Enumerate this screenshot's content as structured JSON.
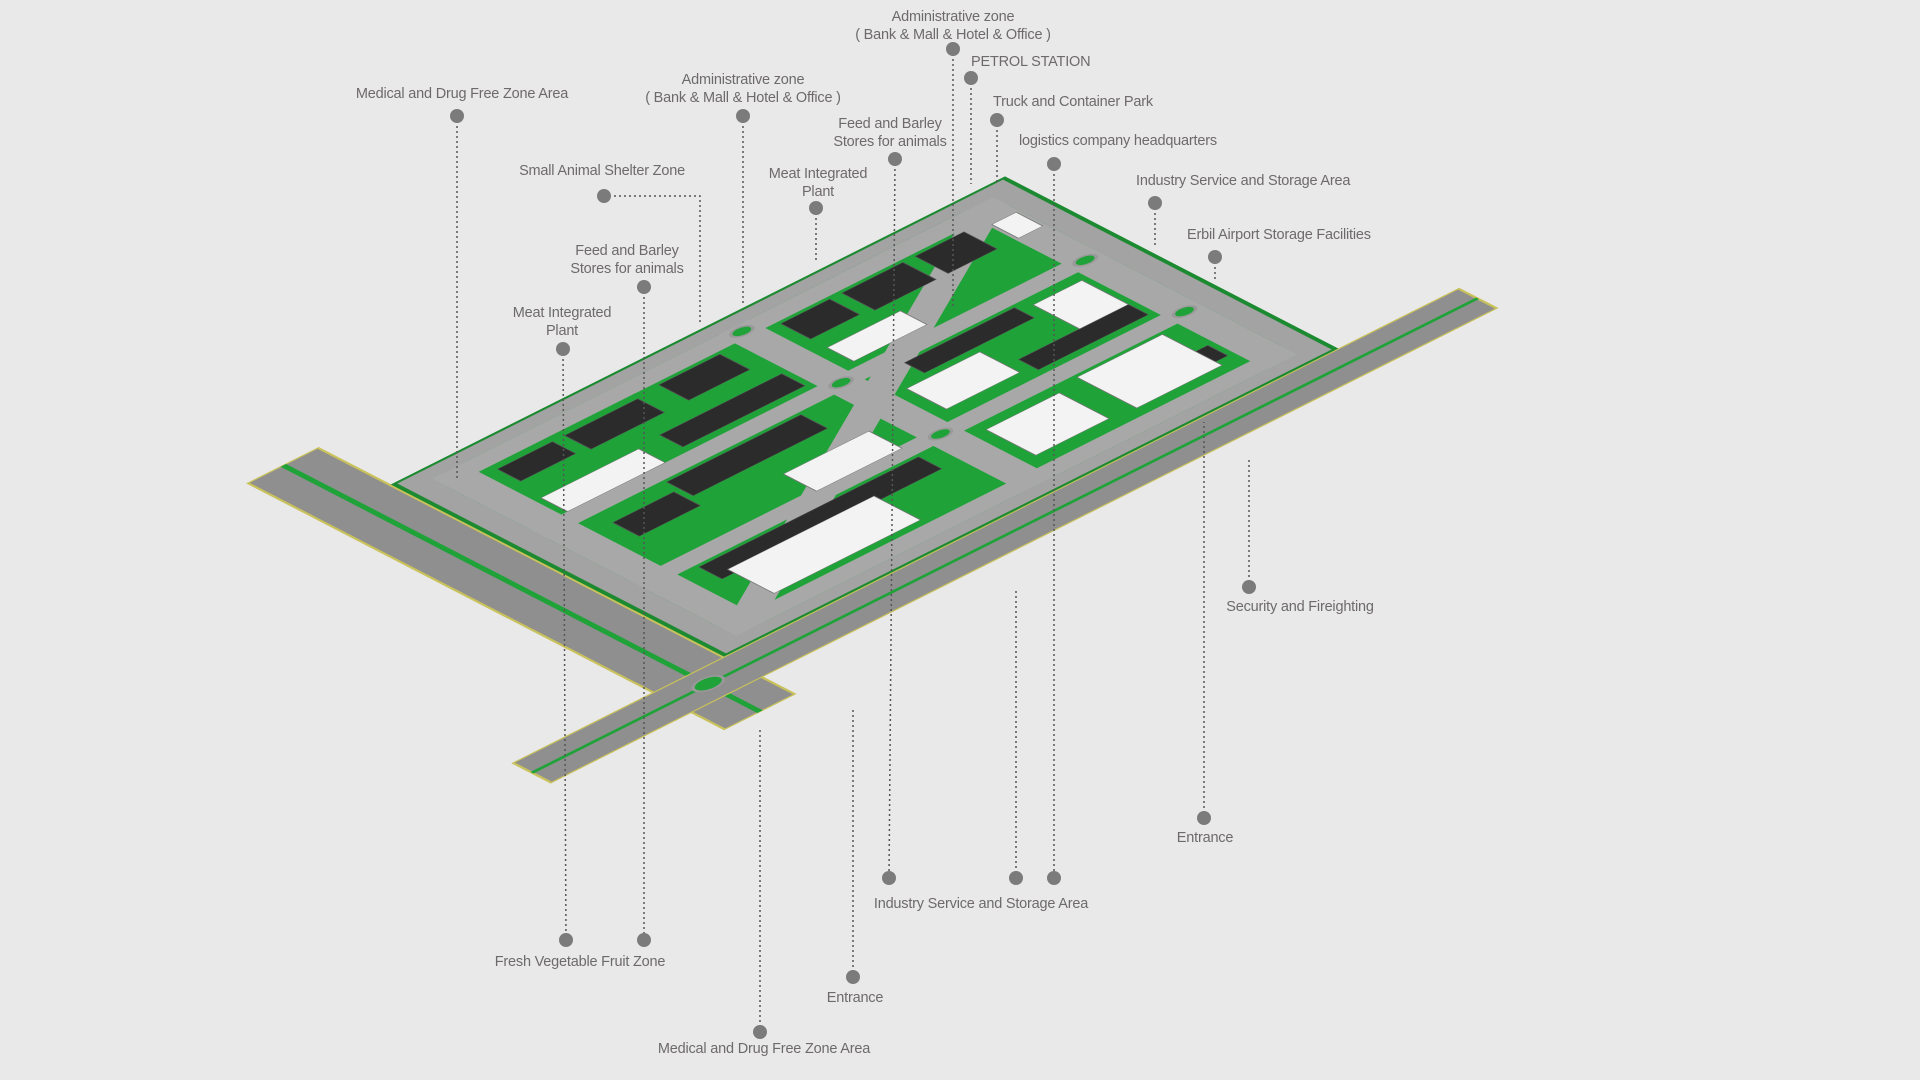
{
  "diagram": {
    "type": "isometric-site-masterplan",
    "colors": {
      "background": "#e9e9ea",
      "green": "#1fa339",
      "road": "#9a9a9a",
      "building_dark": "#2b2b2b",
      "building_light": "#f4f4f4",
      "callout": "#777777",
      "accent_yellow": "#e8d84a"
    },
    "labels": {
      "admin_zone_top": {
        "line1": "Administrative zone",
        "line2": "( Bank & Mall & Hotel & Office )"
      },
      "petrol_station": "PETROL STATION",
      "truck_container_park": "Truck and Container Park",
      "logistics_hq": "logistics company headquarters",
      "industry_service_top": "Industry Service and Storage Area",
      "erbil_airport": "Erbil Airport Storage Facilities",
      "medical_top": "Medical and Drug Free Zone Area",
      "admin_zone_left": {
        "line1": "Administrative zone",
        "line2": "( Bank & Mall & Hotel & Office )"
      },
      "feed_barley_top": {
        "line1": "Feed and Barley",
        "line2": "Stores for animals"
      },
      "small_animal_shelter": "Small Animal Shelter Zone",
      "meat_plant_top": {
        "line1": "Meat Integrated",
        "line2": "Plant"
      },
      "feed_barley_left": {
        "line1": "Feed and Barley",
        "line2": "Stores for animals"
      },
      "meat_plant_left": {
        "line1": "Meat Integrated",
        "line2": "Plant"
      },
      "security": "Security and Fireighting",
      "entrance_right": "Entrance",
      "industry_service_bottom": "Industry Service and Storage Area",
      "fresh_vegetable": "Fresh Vegetable Fruit Zone",
      "entrance_bottom": "Entrance",
      "medical_bottom": "Medical and Drug Free Zone Area"
    }
  }
}
